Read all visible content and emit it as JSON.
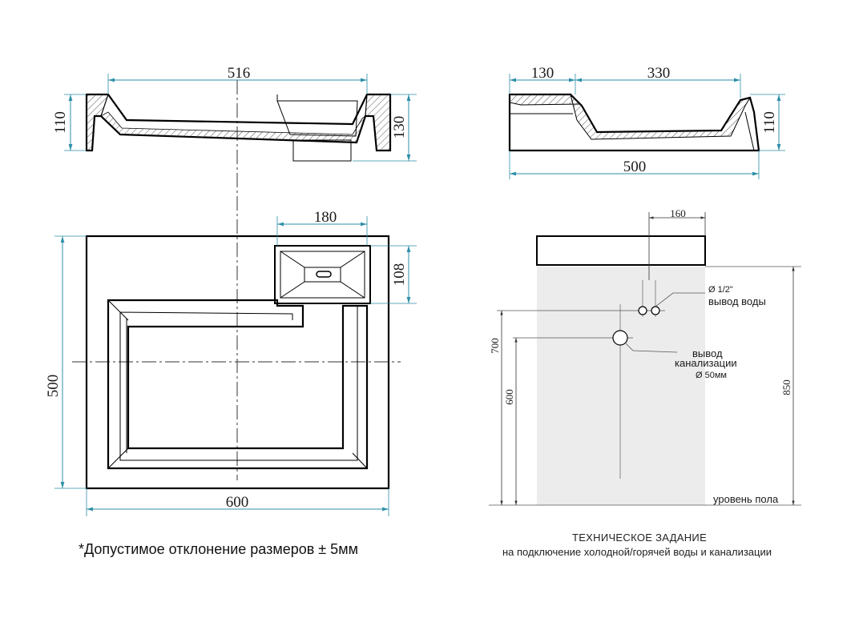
{
  "dimensions": {
    "top_width": "516",
    "left_height": "110",
    "right_height": "130",
    "side_left": "130",
    "side_right": "330",
    "side_height": "110",
    "side_width": "500",
    "plan_tray": "180",
    "plan_tray_height": "108",
    "plan_depth": "500",
    "plan_width": "600",
    "install_offset": "160",
    "install_700": "700",
    "install_600": "600",
    "install_850": "850"
  },
  "labels": {
    "pipe_size": "Ø 1/2\"",
    "water_outlet": "вывод воды",
    "drain_line1": "вывод",
    "drain_line2": "канализации",
    "drain_size": "Ø 50мм",
    "floor_level": "уровень пола"
  },
  "note": "*Допустимое отклонение размеров ± 5мм",
  "spec": {
    "title": "ТЕХНИЧЕСКОЕ ЗАДАНИЕ",
    "subtitle": "на подключение холодной/горячей воды и канализации"
  },
  "colors": {
    "dimension_line": "#2e8fa8",
    "outline": "#000000",
    "hatch": "#555555",
    "cabinet_fill": "#ececec"
  }
}
